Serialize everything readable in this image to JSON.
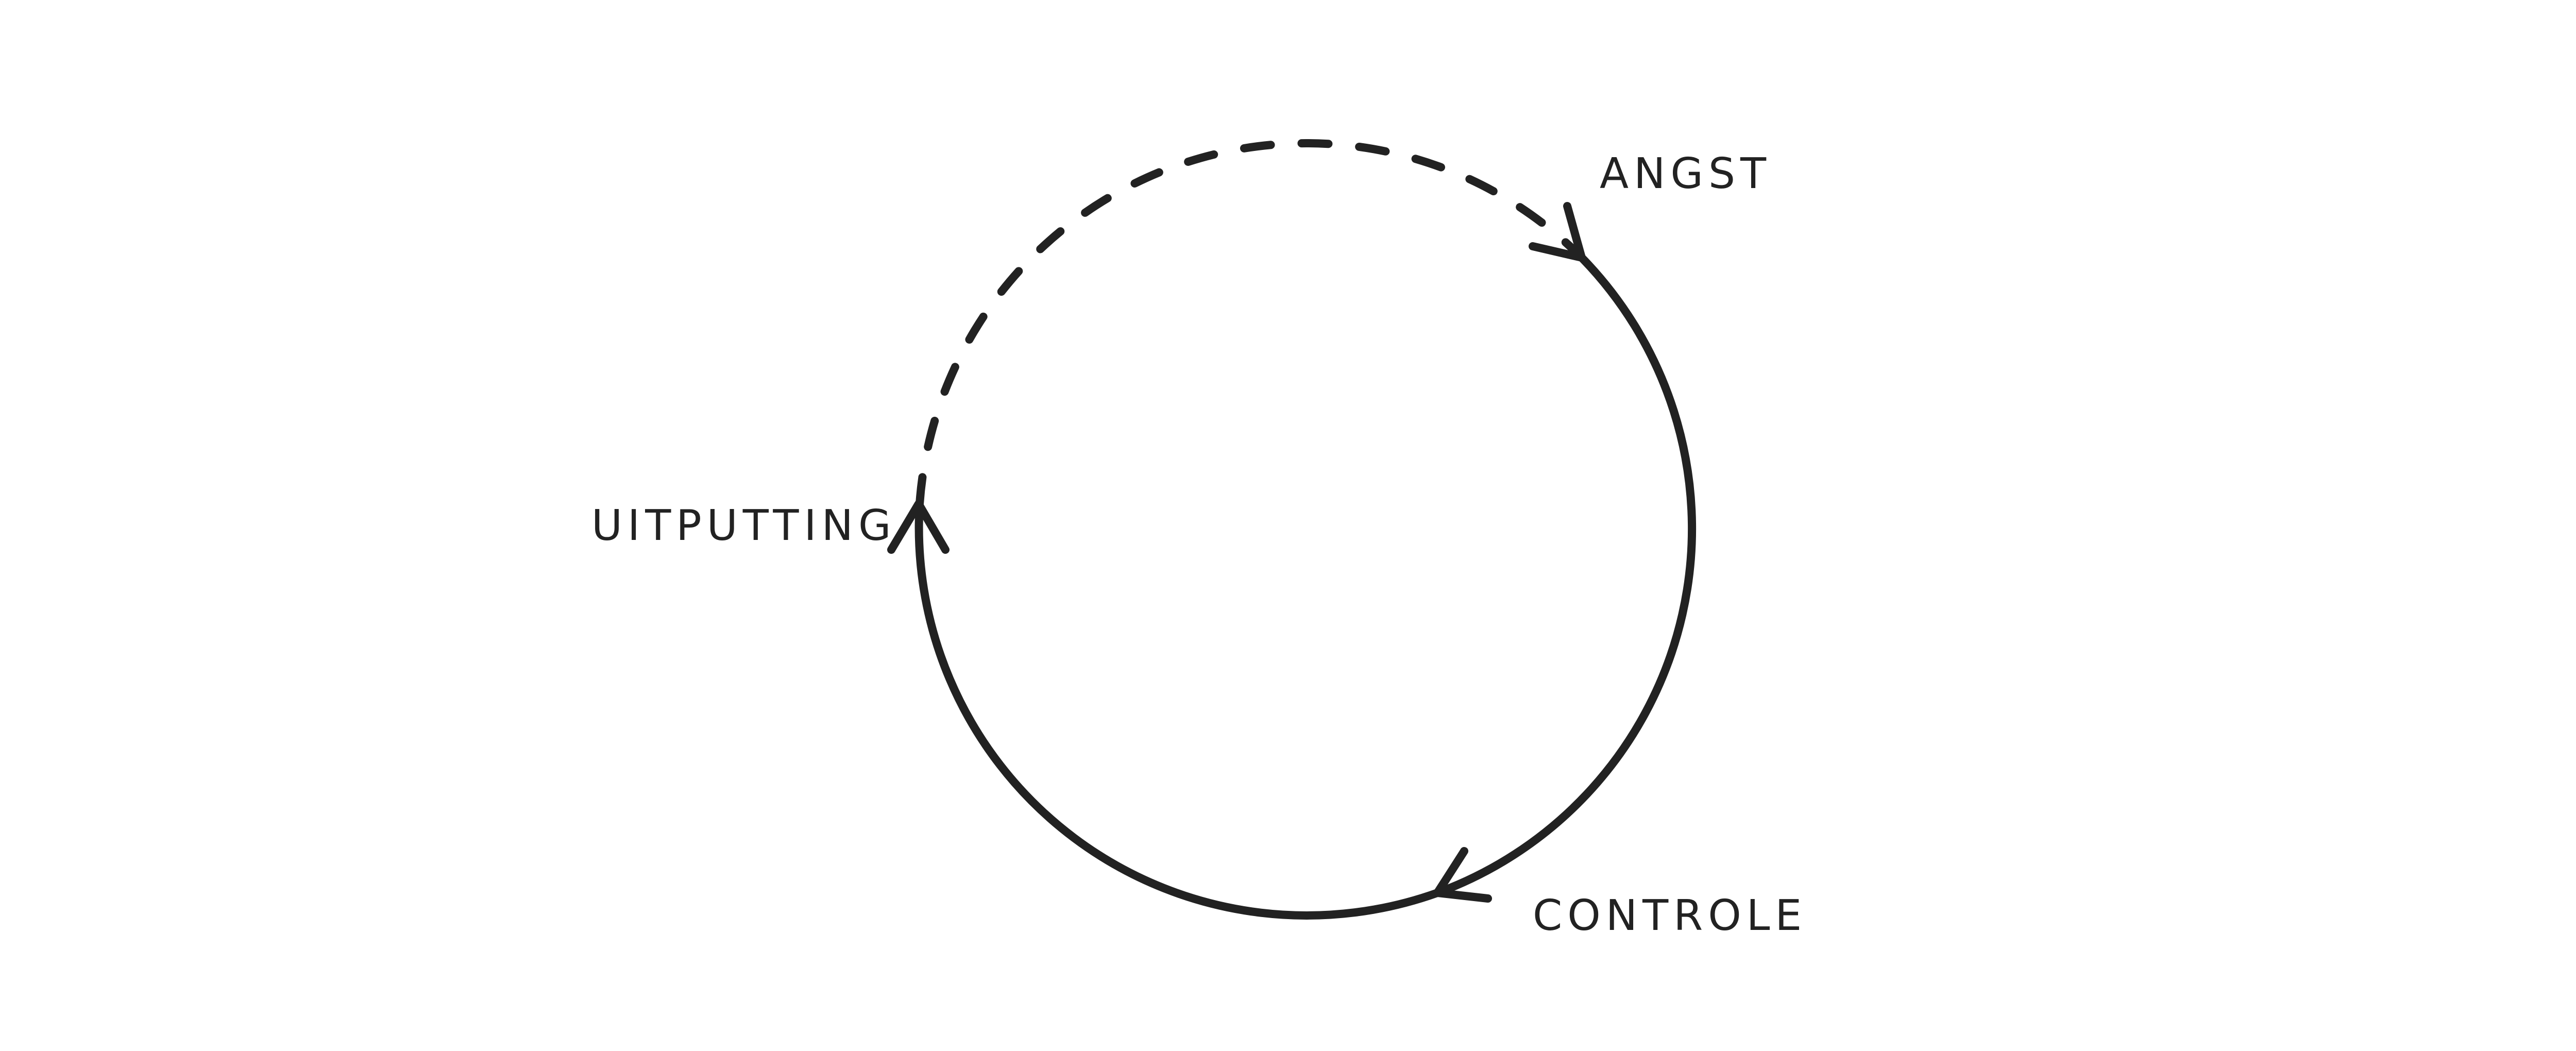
{
  "diagram": {
    "labels": {
      "angst": "ANGST",
      "controle": "CONTROLE",
      "uitputting": "UITPUTTING"
    },
    "colors": {
      "stroke": "#222222",
      "text": "#222222",
      "background": "#ffffff"
    }
  }
}
